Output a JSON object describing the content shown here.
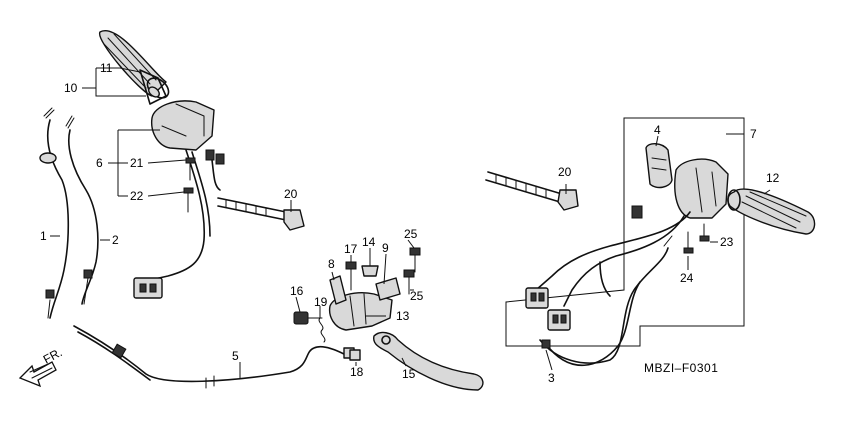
{
  "diagram": {
    "callouts": {
      "p1": "1",
      "p2": "2",
      "p3": "3",
      "p4": "4",
      "p5": "5",
      "p6": "6",
      "p7": "7",
      "p8": "8",
      "p9": "9",
      "p10": "10",
      "p11": "11",
      "p12": "12",
      "p13": "13",
      "p14": "14",
      "p15": "15",
      "p16": "16",
      "p17": "17",
      "p18": "18",
      "p19": "19",
      "p20a": "20",
      "p20b": "20",
      "p21": "21",
      "p22": "22",
      "p23": "23",
      "p24": "24",
      "p25a": "25",
      "p25b": "25"
    },
    "front_label": "FR.",
    "figure_code": "MBZI–F0301"
  }
}
